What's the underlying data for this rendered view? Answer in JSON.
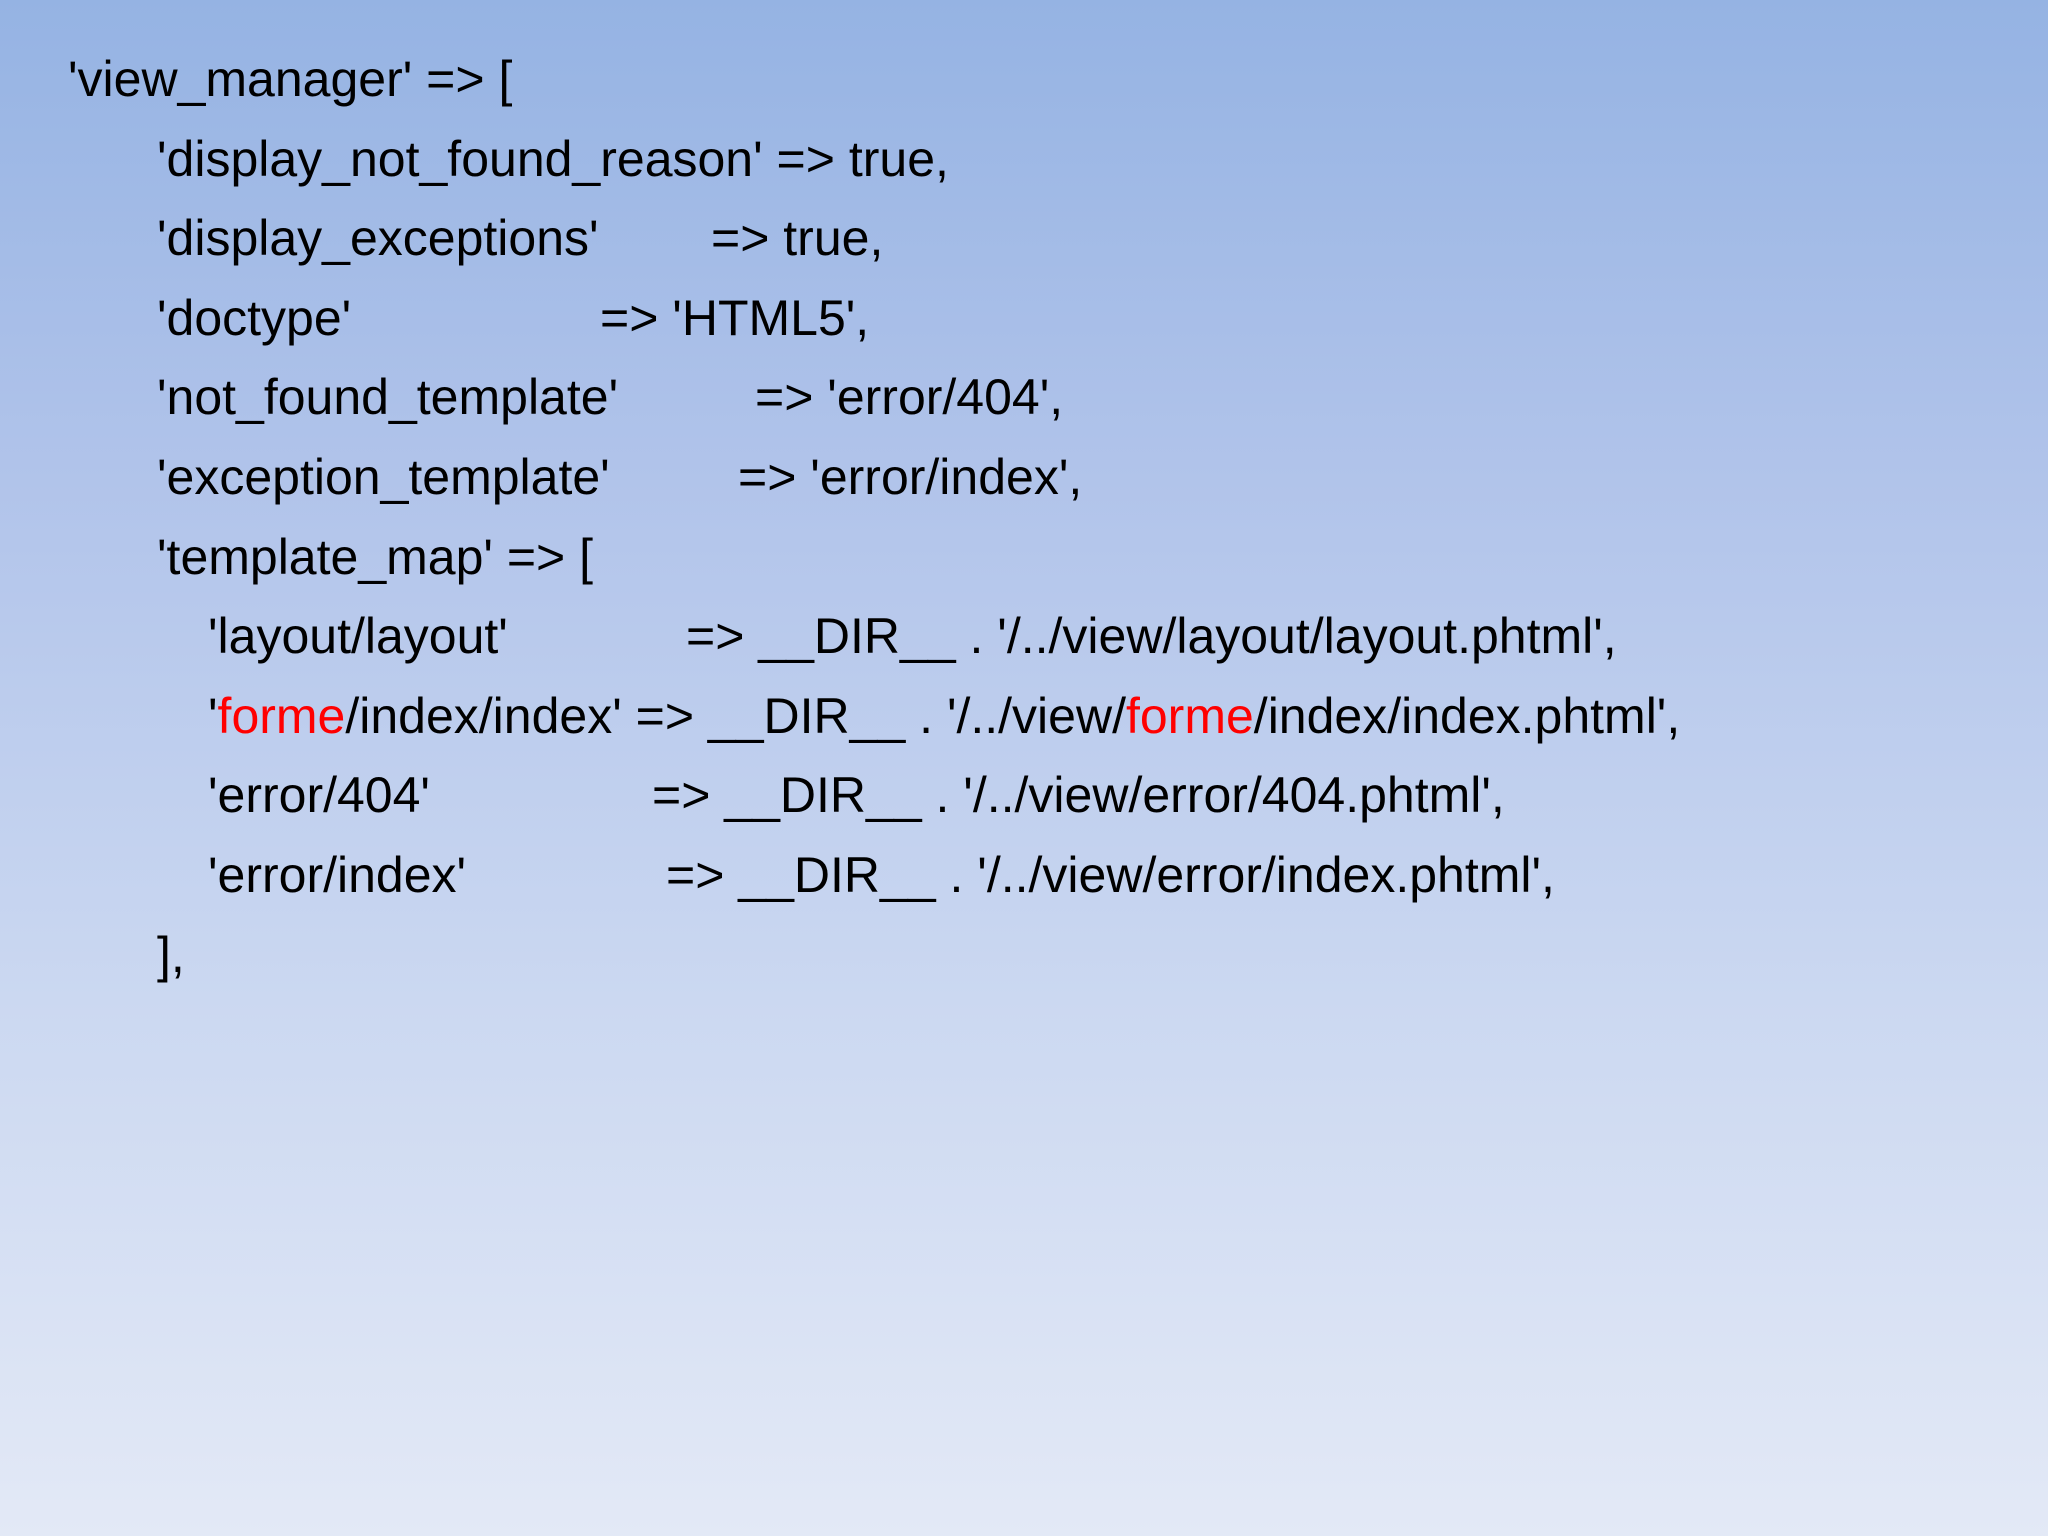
{
  "slide": {
    "lines": [
      {
        "key": "'view_manager' => [",
        "value": ""
      },
      {
        "key": "'display_not_found_reason' => true,",
        "value": ""
      },
      {
        "key": "'display_exceptions'",
        "value": "=> true,"
      },
      {
        "key": "'doctype'",
        "value": "=> 'HTML5',"
      },
      {
        "key": "'not_found_template'",
        "value": "=> 'error/404',"
      },
      {
        "key": "'exception_template'",
        "value": "=> 'error/index',"
      },
      {
        "key": "'template_map' => [",
        "value": ""
      },
      {
        "key": "'layout/layout'",
        "value": "=> __DIR__ . '/../view/layout/layout.phtml',"
      },
      {
        "key_pre": "'",
        "key_hl": "forme",
        "key_post": "/index/index' => __DIR__ . '/../view/",
        "key_hl2": "forme",
        "key_post2": "/index/index.phtml',"
      },
      {
        "key": "'error/404'",
        "value": "=> __DIR__ . '/../view/error/404.phtml',"
      },
      {
        "key": "'error/index'",
        "value": "=> __DIR__ . '/../view/error/index.phtml',"
      },
      {
        "key": "],",
        "value": ""
      }
    ],
    "highlight_color": "#ff0000"
  }
}
